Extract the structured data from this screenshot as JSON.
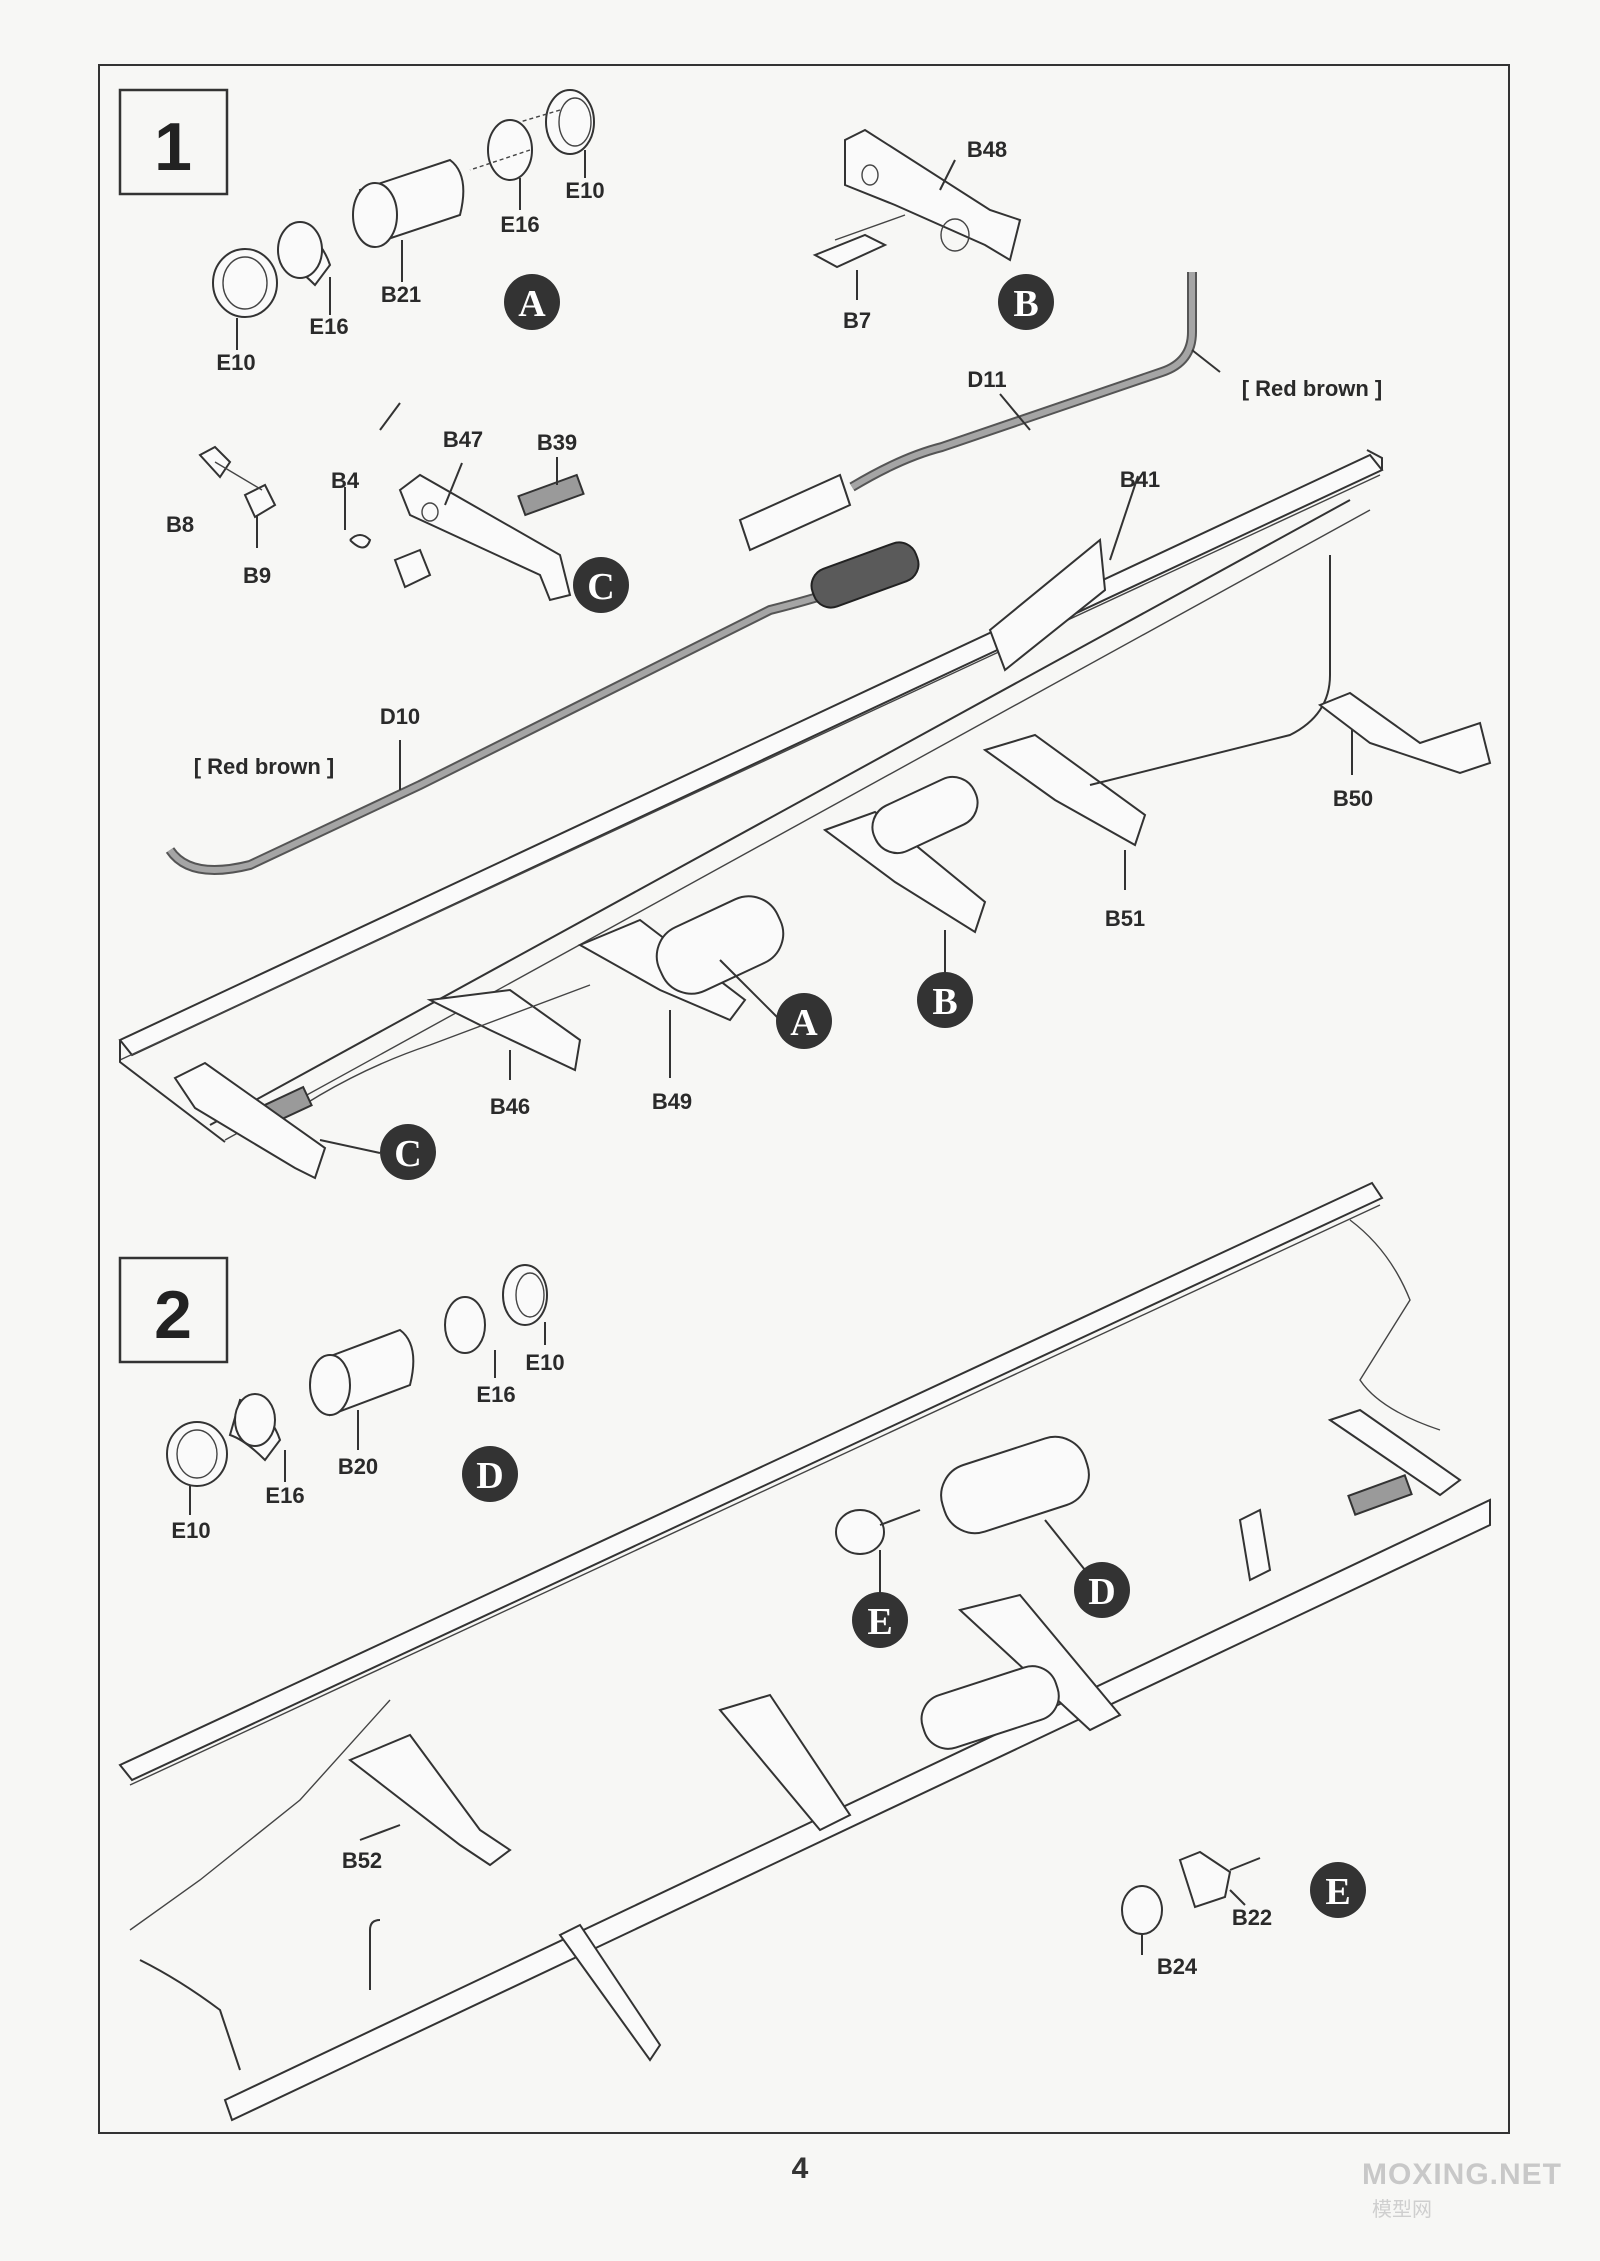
{
  "page_number": "4",
  "watermark": {
    "main": "MOXING.NET",
    "sub": "模型网"
  },
  "steps": [
    {
      "number": "1",
      "labels": {
        "E10_a": "E10",
        "E16_a": "E16",
        "B21": "B21",
        "E16_b": "E16",
        "E10_b": "E10",
        "B48": "B48",
        "B7": "B7",
        "D11": "D11",
        "red_brown_1": "[ Red brown ]",
        "B47": "B47",
        "B39": "B39",
        "B4": "B4",
        "B8": "B8",
        "B9": "B9",
        "B41": "B41",
        "D10": "D10",
        "red_brown_2": "[ Red brown ]",
        "B50": "B50",
        "B51": "B51",
        "B46": "B46",
        "B49": "B49"
      },
      "badges": {
        "A1": "A",
        "B1": "B",
        "C1": "C",
        "A2": "A",
        "B2": "B",
        "C2": "C"
      }
    },
    {
      "number": "2",
      "labels": {
        "E10_a": "E10",
        "E16_a": "E16",
        "B20": "B20",
        "E16_b": "E16",
        "E10_b": "E10",
        "B52": "B52",
        "B22": "B22",
        "B24": "B24"
      },
      "badges": {
        "D1": "D",
        "D2": "D",
        "E1": "E",
        "E2": "E"
      }
    }
  ]
}
